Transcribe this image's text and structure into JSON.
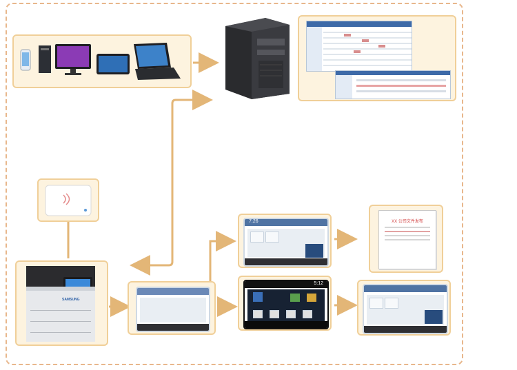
{
  "diagram": {
    "nodes": [
      {
        "id": "client-devices",
        "desc": "Client devices (phone, desktop, tablet, laptop)"
      },
      {
        "id": "server",
        "desc": "Tower server"
      },
      {
        "id": "management-ui",
        "desc": "Management web console screenshot"
      },
      {
        "id": "card-reader",
        "desc": "Card reader"
      },
      {
        "id": "mfp",
        "desc": "Multifunction printer"
      },
      {
        "id": "mfp-panel",
        "desc": "Printer control panel"
      },
      {
        "id": "release-screen",
        "desc": "Print release screen"
      },
      {
        "id": "app-menu-screen",
        "desc": "App menu screen"
      },
      {
        "id": "printed-document",
        "desc": "Printed document"
      },
      {
        "id": "result-screen",
        "desc": "Result screen"
      }
    ],
    "edges": [
      [
        "client-devices",
        "server"
      ],
      [
        "mfp",
        "server"
      ],
      [
        "mfp",
        "mfp-panel"
      ],
      [
        "mfp-panel",
        "release-screen"
      ],
      [
        "mfp-panel",
        "app-menu-screen"
      ],
      [
        "release-screen",
        "printed-document"
      ],
      [
        "app-menu-screen",
        "result-screen"
      ]
    ]
  },
  "ui": {
    "brand": "SAMSUNG",
    "panel_top_label": "7:26",
    "mid_top_label": "5:12",
    "doc_title": "XX 公司文件发布"
  },
  "colors": {
    "box_fill": "#fdf3df",
    "box_border": "#f0cf98",
    "arrow": "#e3b677",
    "frame": "#e8b78c"
  }
}
